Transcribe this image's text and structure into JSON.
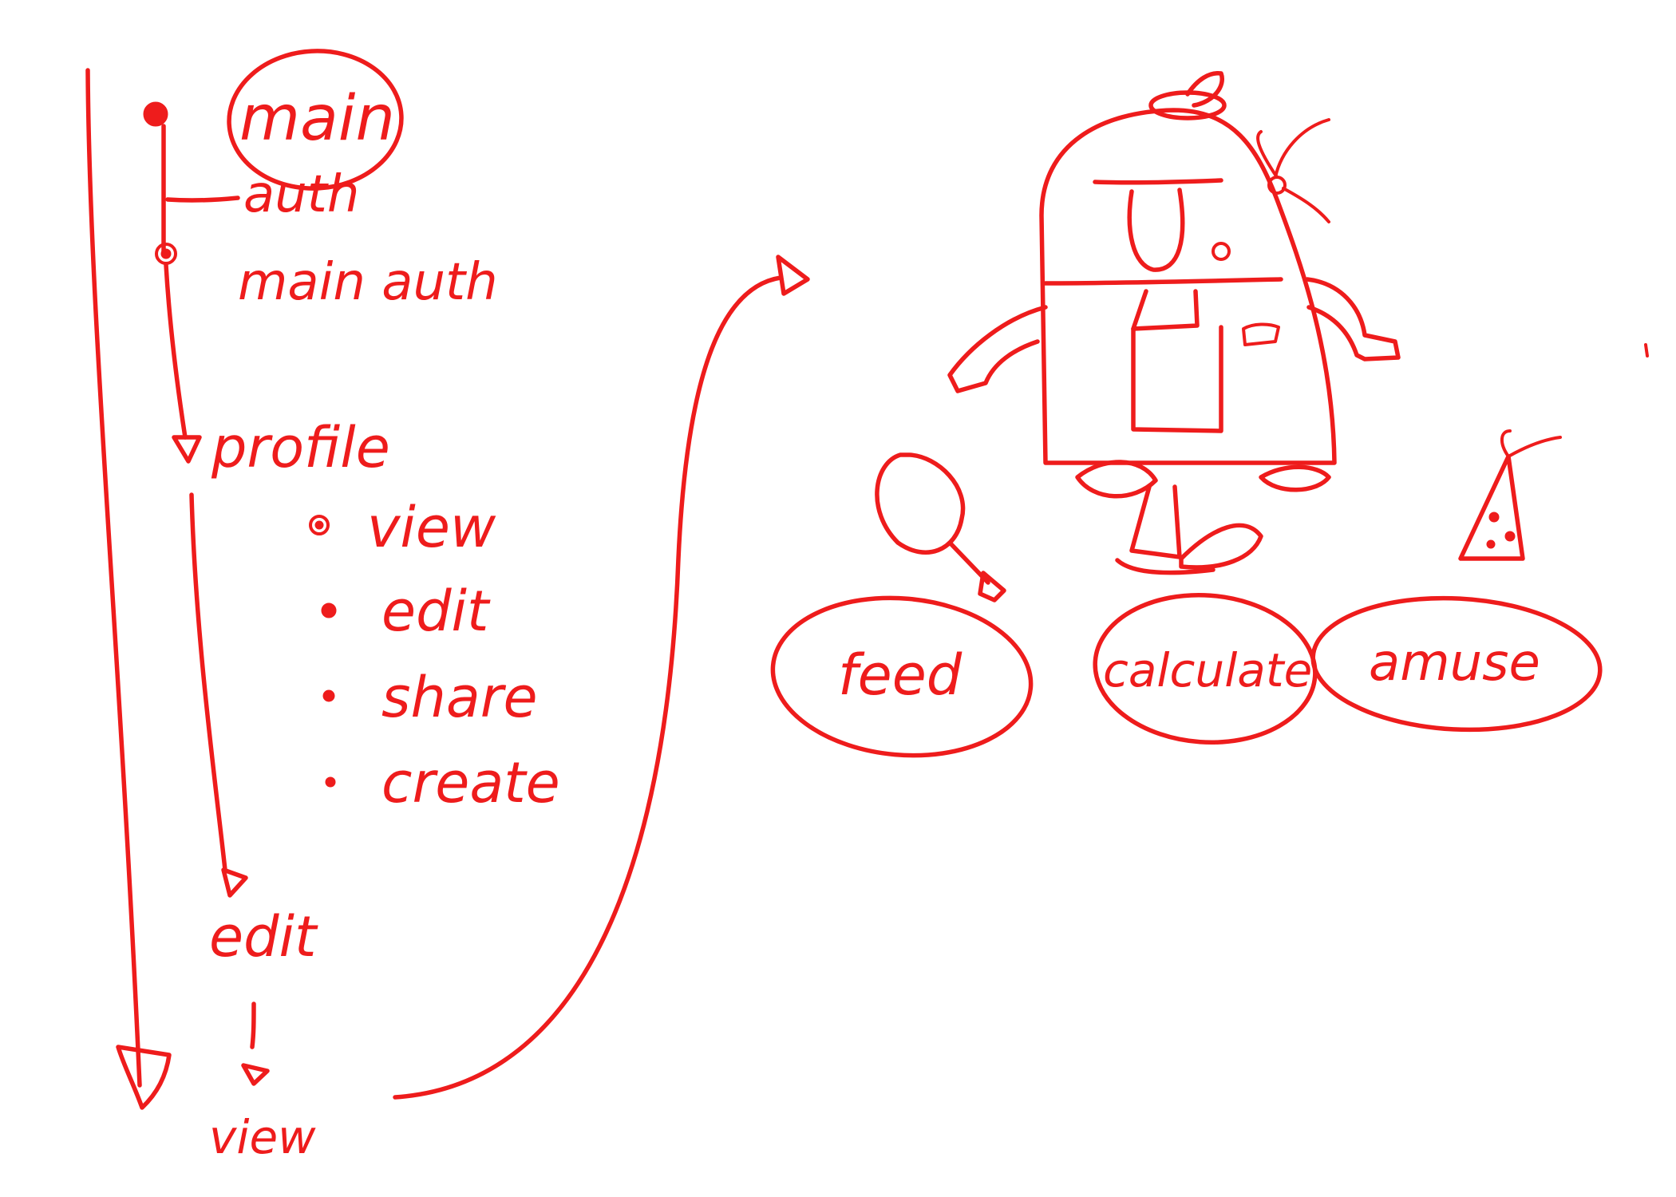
{
  "tree": {
    "root": "main",
    "root_sub": "auth",
    "main_auth": "main auth",
    "profile": "profile",
    "profile_items": [
      "view",
      "edit",
      "share",
      "create"
    ],
    "edit": "edit",
    "view": "view"
  },
  "actions": [
    "feed",
    "calculate",
    "amuse"
  ],
  "icons": [
    "robot-character-icon",
    "drumstick-icon",
    "shoe-icon",
    "party-hat-icon"
  ],
  "colors": {
    "ink": "#ee1c1c",
    "background": "#ffffff"
  }
}
